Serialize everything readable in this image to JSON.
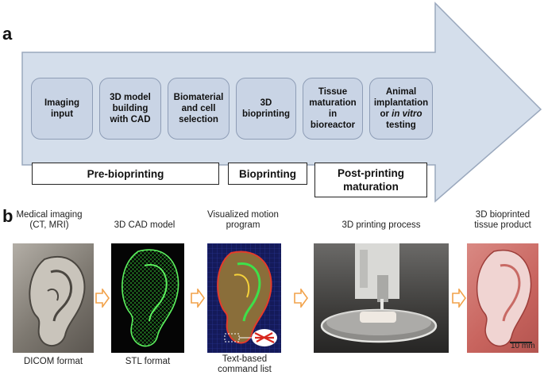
{
  "panel_a": {
    "letter": "a",
    "steps": [
      {
        "label": "Imaging input"
      },
      {
        "label": "3D model building with CAD"
      },
      {
        "label": "Biomaterial and cell selection"
      },
      {
        "label": "3D bioprinting"
      },
      {
        "label": "Tissue maturation in bioreactor"
      },
      {
        "label_parts": [
          "Animal implantation or ",
          "in vitro",
          " testing"
        ]
      }
    ],
    "phases": [
      {
        "label": "Pre-bioprinting"
      },
      {
        "label": "Bioprinting"
      },
      {
        "label": "Post-printing maturation"
      }
    ],
    "colors": {
      "arrow_fill": "#d4deeb",
      "arrow_stroke": "#9aa8bd",
      "step_fill": "#c9d4e5"
    }
  },
  "panel_b": {
    "letter": "b",
    "stages": [
      {
        "top_label": "Medical imaging (CT, MRI)",
        "bottom_label": "DICOM format",
        "icon": "ear-scan-icon"
      },
      {
        "top_label": "3D CAD model",
        "bottom_label": "STL format",
        "icon": "ear-wireframe-icon"
      },
      {
        "top_label": "Visualized motion program",
        "bottom_label": "Text-based command list",
        "icon": "motion-program-icon"
      },
      {
        "top_label": "3D printing process",
        "bottom_label": "",
        "icon": "printer-icon"
      },
      {
        "top_label": "3D bioprinted tissue product",
        "bottom_label": "",
        "icon": "printed-ear-icon"
      }
    ],
    "scale_bar": "10 mm",
    "colors": {
      "chevron": "#f2a24a"
    }
  }
}
